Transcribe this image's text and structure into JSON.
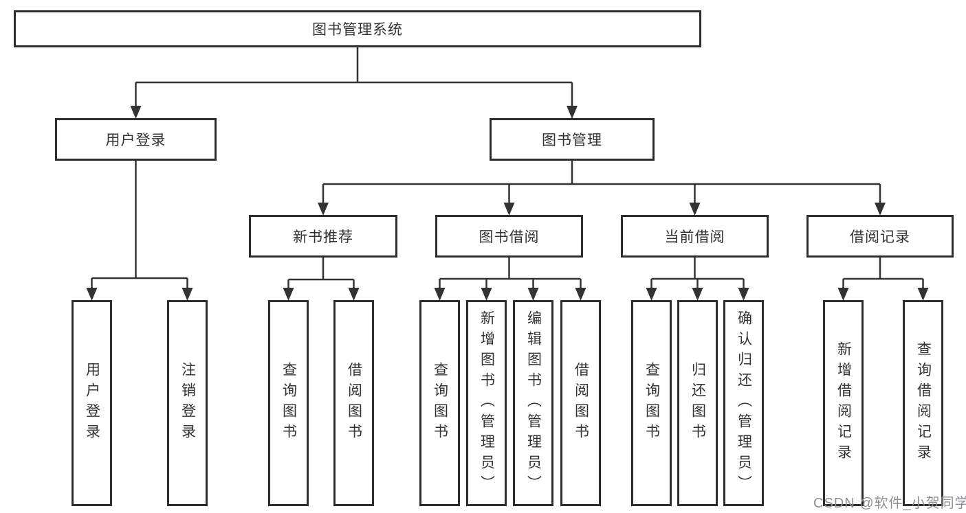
{
  "tree": {
    "root": {
      "label": "图书管理系统",
      "children": [
        {
          "label": "用户登录",
          "children": [
            {
              "label": "用户登录"
            },
            {
              "label": "注销登录"
            }
          ]
        },
        {
          "label": "图书管理",
          "children": [
            {
              "label": "新书推荐",
              "children": [
                {
                  "label": "查询图书"
                },
                {
                  "label": "借阅图书"
                }
              ]
            },
            {
              "label": "图书借阅",
              "children": [
                {
                  "label": "查询图书"
                },
                {
                  "label": "新增图书（管理员）"
                },
                {
                  "label": "编辑图书（管理员）"
                },
                {
                  "label": "借阅图书"
                }
              ]
            },
            {
              "label": "当前借阅",
              "children": [
                {
                  "label": "查询图书"
                },
                {
                  "label": "归还图书"
                },
                {
                  "label": "确认归还（管理员）"
                }
              ]
            },
            {
              "label": "借阅记录",
              "children": [
                {
                  "label": "新增借阅记录"
                },
                {
                  "label": "查询借阅记录"
                }
              ]
            }
          ]
        }
      ]
    }
  },
  "watermark": {
    "text": "CSDN @软件_小贺同学"
  },
  "colors": {
    "line": "#333333",
    "box_border": "#2d2d2d",
    "text": "#333333",
    "watermark": "#8f8f94",
    "background": "#ffffff"
  }
}
